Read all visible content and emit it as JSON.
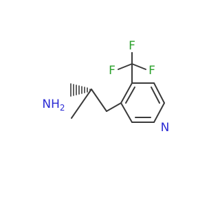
{
  "structure": {
    "atoms": {
      "nh2": {
        "label": "NH",
        "subscript": "2",
        "color": "#2a2ad4"
      },
      "ring_n": {
        "label": "N",
        "color": "#2a2ad4"
      },
      "f_top": {
        "label": "F",
        "color": "#2aa02a"
      },
      "f_left": {
        "label": "F",
        "color": "#2aa02a"
      },
      "f_right": {
        "label": "F",
        "color": "#2aa02a"
      }
    },
    "colors": {
      "bond": "#3a3a3a",
      "nitrogen": "#2a2ad4",
      "fluorine": "#2aa02a"
    }
  }
}
